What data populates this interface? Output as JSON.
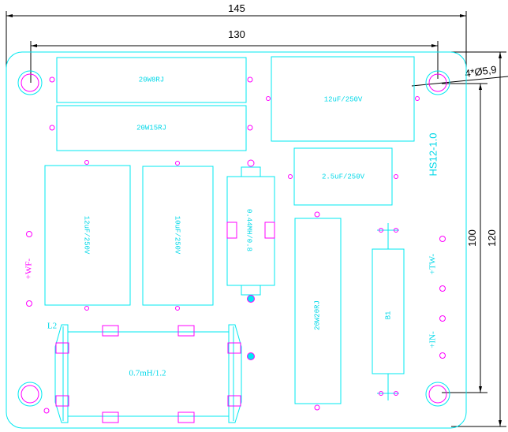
{
  "dimensions": {
    "overall_width": "145",
    "hole_spacing_x": "130",
    "hole_spacing_y": "100",
    "overall_height": "120",
    "hole_callout": "4*Ø5,9"
  },
  "board": {
    "model": "HS12-1.0"
  },
  "components": {
    "r1": "20W8RJ",
    "r2": "20W15RJ",
    "c1": "12uF/250V",
    "c2": "2.5uF/250V",
    "c3": "12uF/250V",
    "c4": "10uF/250V",
    "l1": "0.44MH/0.8",
    "r3": "20W20RJ",
    "b1": "B1",
    "l2_ref": "L2",
    "l2": "0.7mH/1.2"
  },
  "terminals": {
    "wf": "+WF-",
    "tw": "+TW-",
    "in": "+IN-"
  },
  "colors": {
    "outline": "#00e8f0",
    "pads": "#ff00ff",
    "dimensions": "#000000"
  }
}
